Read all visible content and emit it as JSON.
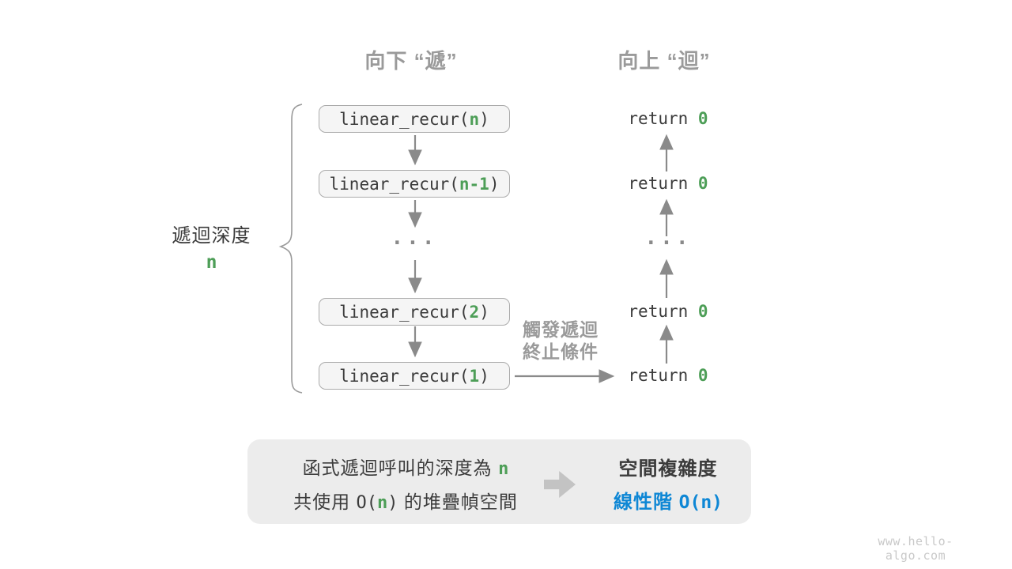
{
  "colors": {
    "accent_green": "#4d9e57",
    "accent_blue": "#0e87d5",
    "gray_label": "#9a9a9a",
    "arrow_gray": "#8a8a8a",
    "box_fill": "#f5f5f5",
    "summary_fill": "#ececec"
  },
  "headers": {
    "down": "向下 “遞”",
    "up": "向上 “迴”"
  },
  "depth_label": {
    "title": "遞迴深度",
    "value": "n"
  },
  "call_stack": {
    "calls": [
      {
        "prefix": "linear_recur(",
        "arg": "n",
        "suffix": ")"
      },
      {
        "prefix": "linear_recur(",
        "arg": "n-1",
        "suffix": ")"
      },
      {
        "prefix": "linear_recur(",
        "arg": "2",
        "suffix": ")"
      },
      {
        "prefix": "linear_recur(",
        "arg": "1",
        "suffix": ")"
      }
    ],
    "ellipsis": "...",
    "returns": [
      {
        "keyword": "return ",
        "value": "0"
      },
      {
        "keyword": "return ",
        "value": "0"
      },
      {
        "keyword": "return ",
        "value": "0"
      },
      {
        "keyword": "return ",
        "value": "0"
      }
    ]
  },
  "trigger_label": {
    "line1": "觸發遞迴",
    "line2": "終止條件"
  },
  "summary": {
    "line1_text": "函式遞迴呼叫的深度為 ",
    "line1_n": "n",
    "line2_before": "共使用 ",
    "line2_o_open": "O(",
    "line2_n": "n",
    "line2_o_close": ")",
    "line2_after": " 的堆疊幀空間",
    "title": "空間複雜度",
    "result_label": "線性階 ",
    "result_complexity": "O(n)"
  },
  "watermark": "www.hello-algo.com"
}
